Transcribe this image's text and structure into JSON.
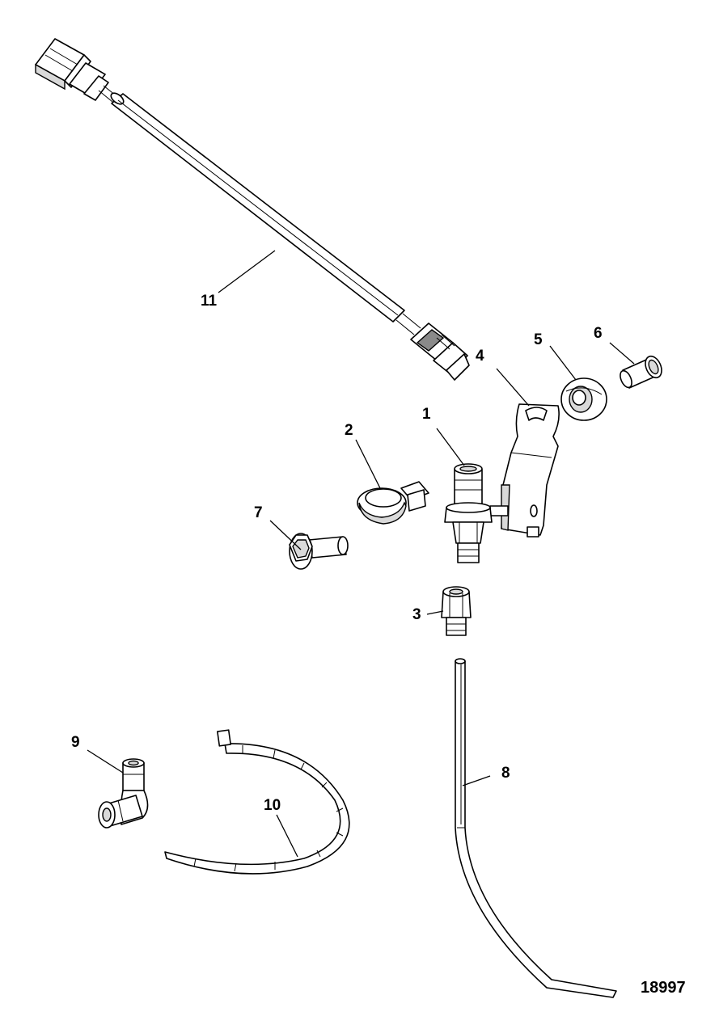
{
  "diagram": {
    "figure_number": "18997",
    "callouts": [
      {
        "id": "1",
        "text": "1"
      },
      {
        "id": "2",
        "text": "2"
      },
      {
        "id": "3",
        "text": "3"
      },
      {
        "id": "4",
        "text": "4"
      },
      {
        "id": "5",
        "text": "5"
      },
      {
        "id": "6",
        "text": "6"
      },
      {
        "id": "7",
        "text": "7"
      },
      {
        "id": "8",
        "text": "8"
      },
      {
        "id": "9",
        "text": "9"
      },
      {
        "id": "10",
        "text": "10"
      },
      {
        "id": "11",
        "text": "11"
      }
    ]
  }
}
